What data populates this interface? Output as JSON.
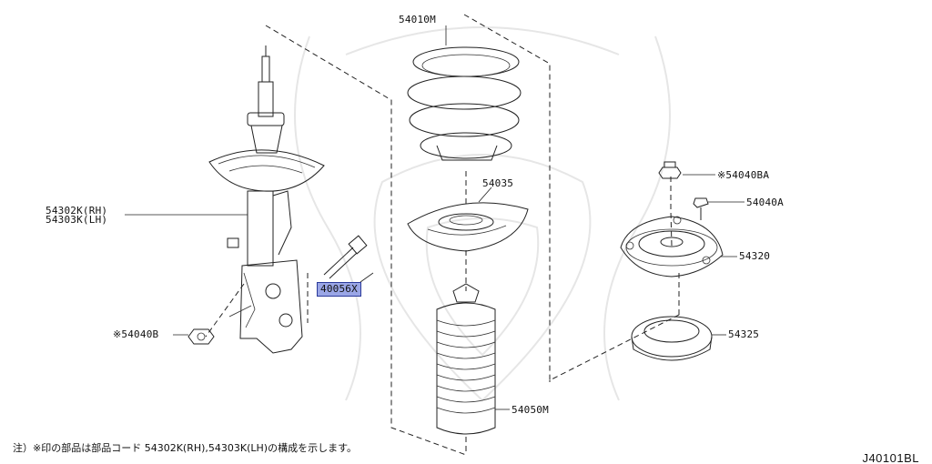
{
  "diagram": {
    "parts": [
      {
        "id": "p54010M",
        "label": "54010M",
        "name": "coil-spring"
      },
      {
        "id": "p54035",
        "label": "54035",
        "name": "spring-seat-upper"
      },
      {
        "id": "p54050M",
        "label": "54050M",
        "name": "bumper-boot"
      },
      {
        "id": "p54302K",
        "label": "54302K(RH)",
        "name": "strut-assembly-rh"
      },
      {
        "id": "p54303K",
        "label": "54303K(LH)",
        "name": "strut-assembly-lh"
      },
      {
        "id": "p40056X",
        "label": "40056X",
        "name": "knuckle-bolt"
      },
      {
        "id": "p54040B",
        "label": "※54040B",
        "name": "knuckle-nut"
      },
      {
        "id": "p54040BA",
        "label": "※54040BA",
        "name": "mount-nut"
      },
      {
        "id": "p54040A",
        "label": "54040A",
        "name": "mount-bolt"
      },
      {
        "id": "p54320",
        "label": "54320",
        "name": "strut-mount-insulator"
      },
      {
        "id": "p54325",
        "label": "54325",
        "name": "mount-bearing"
      }
    ],
    "highlighted_part": "40056X",
    "footnote": "注）※印の部品は部品コード 54302K(RH),54303K(LH)の構成を示します。",
    "illustration_code": "J40101BL"
  }
}
